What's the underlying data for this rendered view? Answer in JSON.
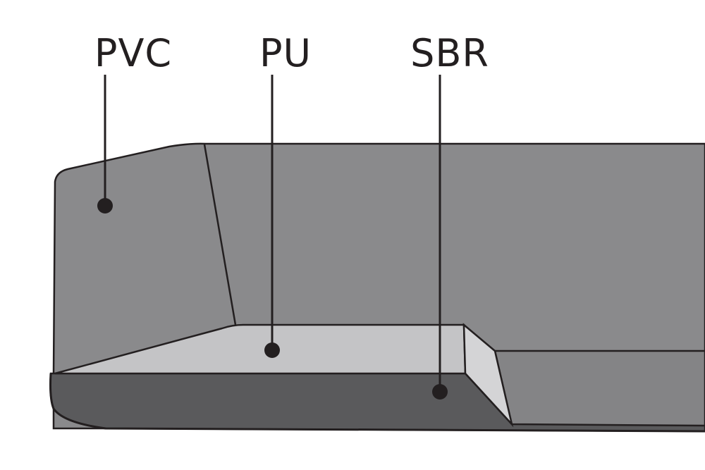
{
  "diagram": {
    "labels": {
      "pvc": "PVC",
      "pu": "PU",
      "sbr": "SBR"
    },
    "colors": {
      "background": "#ffffff",
      "pvc_body": "#8a8a8c",
      "pvc_lower_face": "#7d7d7f",
      "pu_layer": "#c4c4c6",
      "pu_side": "#d2d2d4",
      "sbr_layer": "#5a5a5c",
      "outline": "#231f20"
    }
  }
}
